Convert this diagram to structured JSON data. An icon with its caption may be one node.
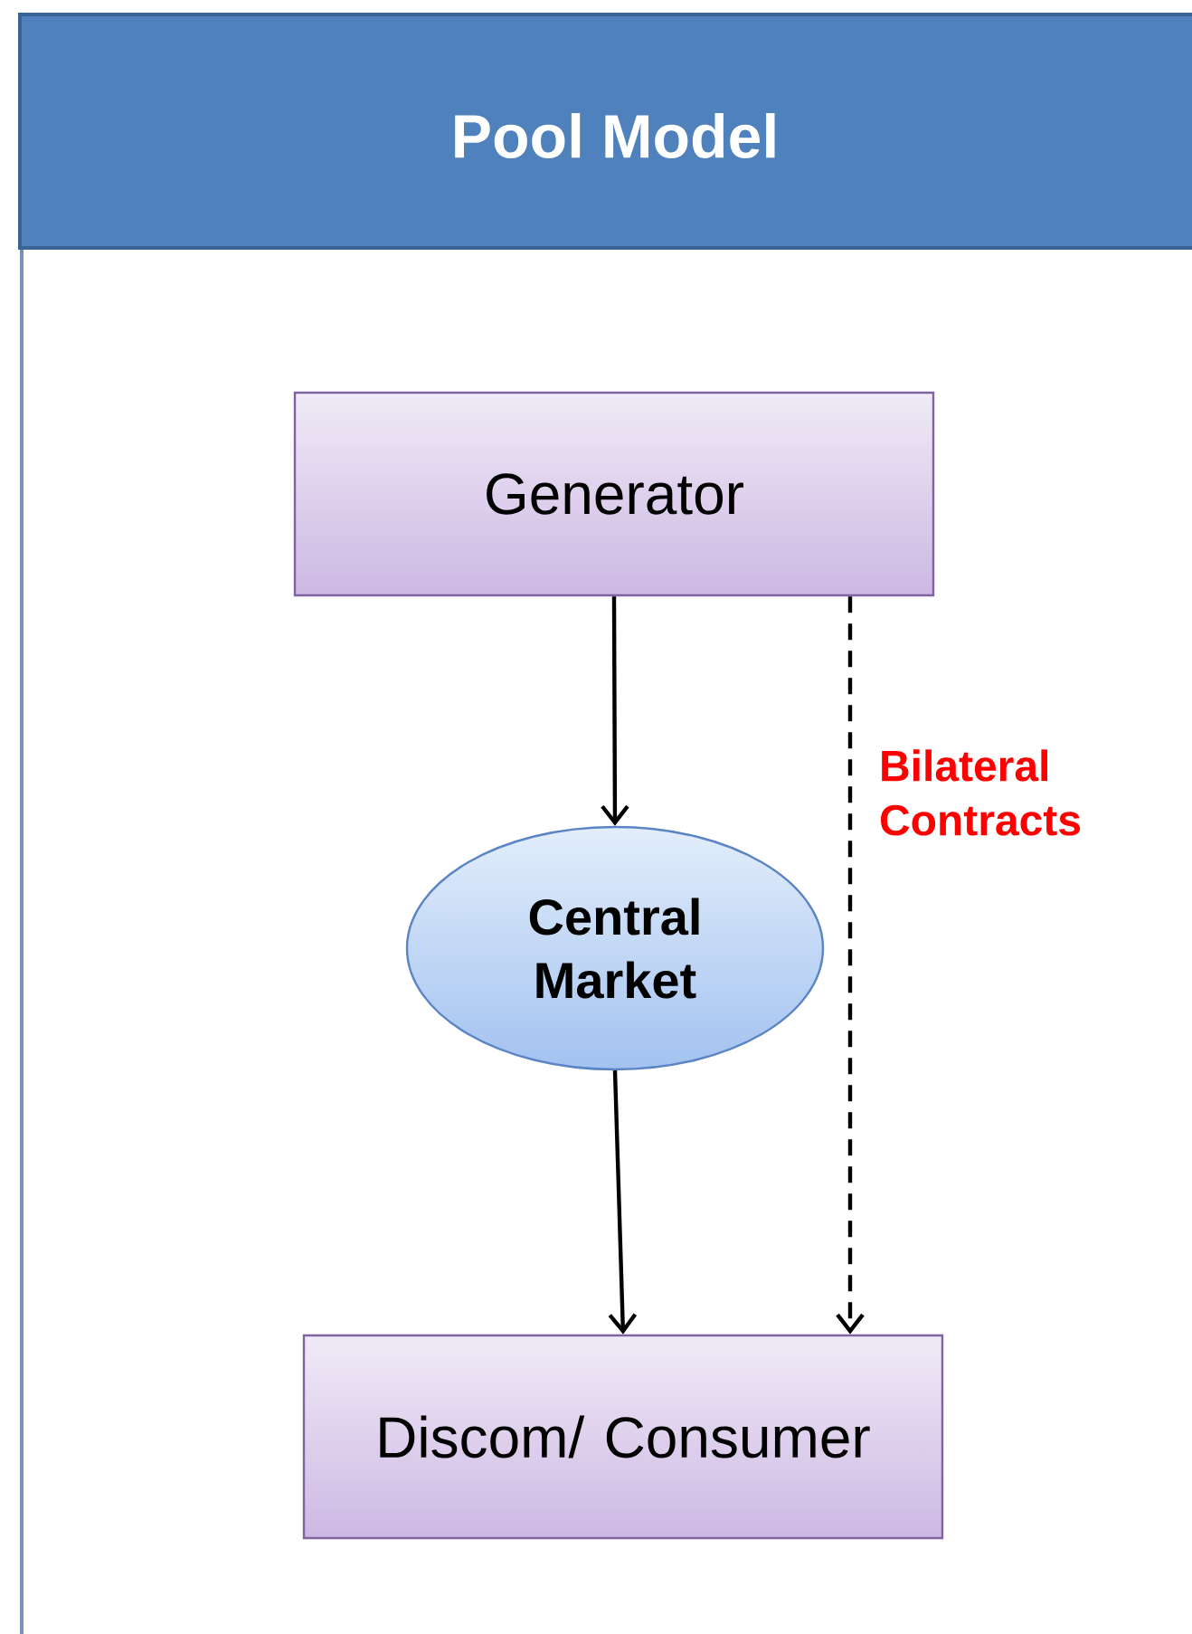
{
  "diagram": {
    "title": "Pool Model",
    "nodes": [
      {
        "text": [
          "Generator"
        ]
      },
      {
        "text": [
          "Central Market"
        ]
      },
      {
        "text": [
          "Discom/ Consumer"
        ]
      }
    ],
    "edges": [
      {
        "from": 0,
        "to": 1,
        "arrow": "to"
      },
      {
        "from": 1,
        "to": 2,
        "arrow": "to"
      },
      {
        "from": 0,
        "to": 2,
        "arrow": "to",
        "style": "dashed",
        "label": "Bilateral Contracts"
      }
    ]
  }
}
